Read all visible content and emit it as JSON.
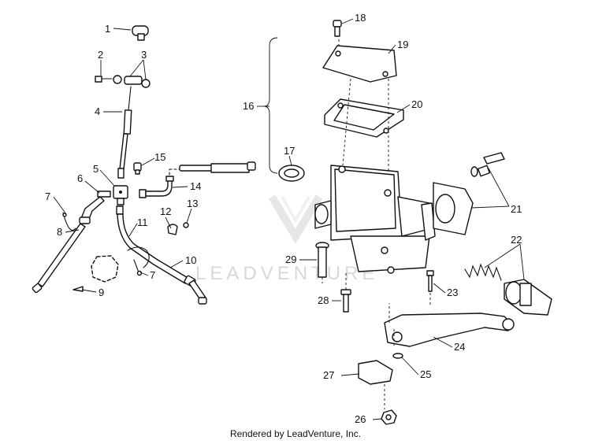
{
  "watermark": {
    "text": "LEADVENTURE"
  },
  "footer": {
    "text": "Rendered by LeadVenture, Inc."
  },
  "callouts": [
    "1",
    "2",
    "3",
    "4",
    "5",
    "6",
    "7",
    "8",
    "9",
    "10",
    "11",
    "12",
    "13",
    "14",
    "15",
    "16",
    "17",
    "18",
    "19",
    "20",
    "21",
    "22",
    "23",
    "24",
    "25",
    "26",
    "27",
    "28",
    "29",
    "7"
  ]
}
